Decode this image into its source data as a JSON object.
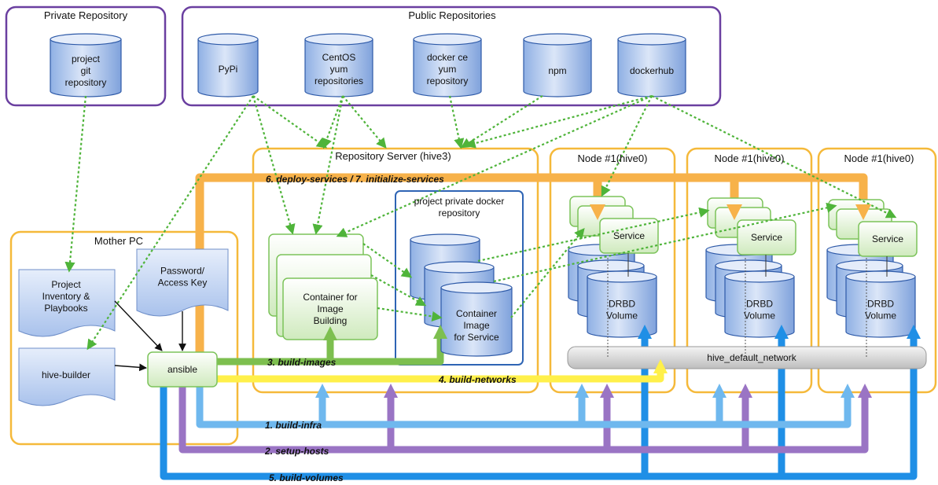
{
  "groups": {
    "private_repo": "Private Repository",
    "public_repos": "Public Repositories",
    "repo_server": "Repository Server (hive3)",
    "node_a": "Node #1(hive0)",
    "node_b": "Node #1(hive0)",
    "node_c": "Node #1(hive0)",
    "mother_pc": "Mother PC",
    "private_docker_repo": [
      "project private docker",
      "repository"
    ]
  },
  "repos": {
    "project_git": [
      "project",
      "git",
      "repository"
    ],
    "pypi": [
      "PyPi"
    ],
    "centos": [
      "CentOS",
      "yum",
      "repositories"
    ],
    "dockerce": [
      "docker ce",
      "yum",
      "repository"
    ],
    "npm": [
      "npm"
    ],
    "dockerhub": [
      "dockerhub"
    ]
  },
  "docs": {
    "inventory": [
      "Project",
      "Inventory &",
      "Playbooks"
    ],
    "password": [
      "Password/",
      "Access Key"
    ],
    "builder": [
      "hive-builder"
    ]
  },
  "nodes": {
    "ansible": "ansible",
    "container_build": [
      "Container for",
      "Image",
      "Building"
    ],
    "container_image": [
      "Container",
      "Image",
      "for Service"
    ],
    "service": "Service",
    "drbd": [
      "DRBD",
      "Volume"
    ],
    "network": "hive_default_network"
  },
  "steps": {
    "s1": "1. build-infra",
    "s2": "2. setup-hosts",
    "s3": "3. build-images",
    "s4": "4. build-networks",
    "s5": "5. build-volumes",
    "s67": "6. deploy-services / 7. initialize-services"
  },
  "colors": {
    "group_purple": "#6a3fa0",
    "group_orange": "#f5b93a",
    "repo_blue": "#2e5aa8",
    "cyl_fill": "#b8cdf0",
    "green": "#7cc35a",
    "green_fill": "#d9efcc",
    "arrow_orange": "#f7b24a",
    "arrow_green": "#7dbf4f",
    "arrow_yellow": "#fff04a",
    "arrow_lightblue": "#6fb8ee",
    "arrow_purple": "#9a74c4",
    "arrow_blue": "#1f8fe6",
    "dotted_green": "#4fb43a"
  }
}
